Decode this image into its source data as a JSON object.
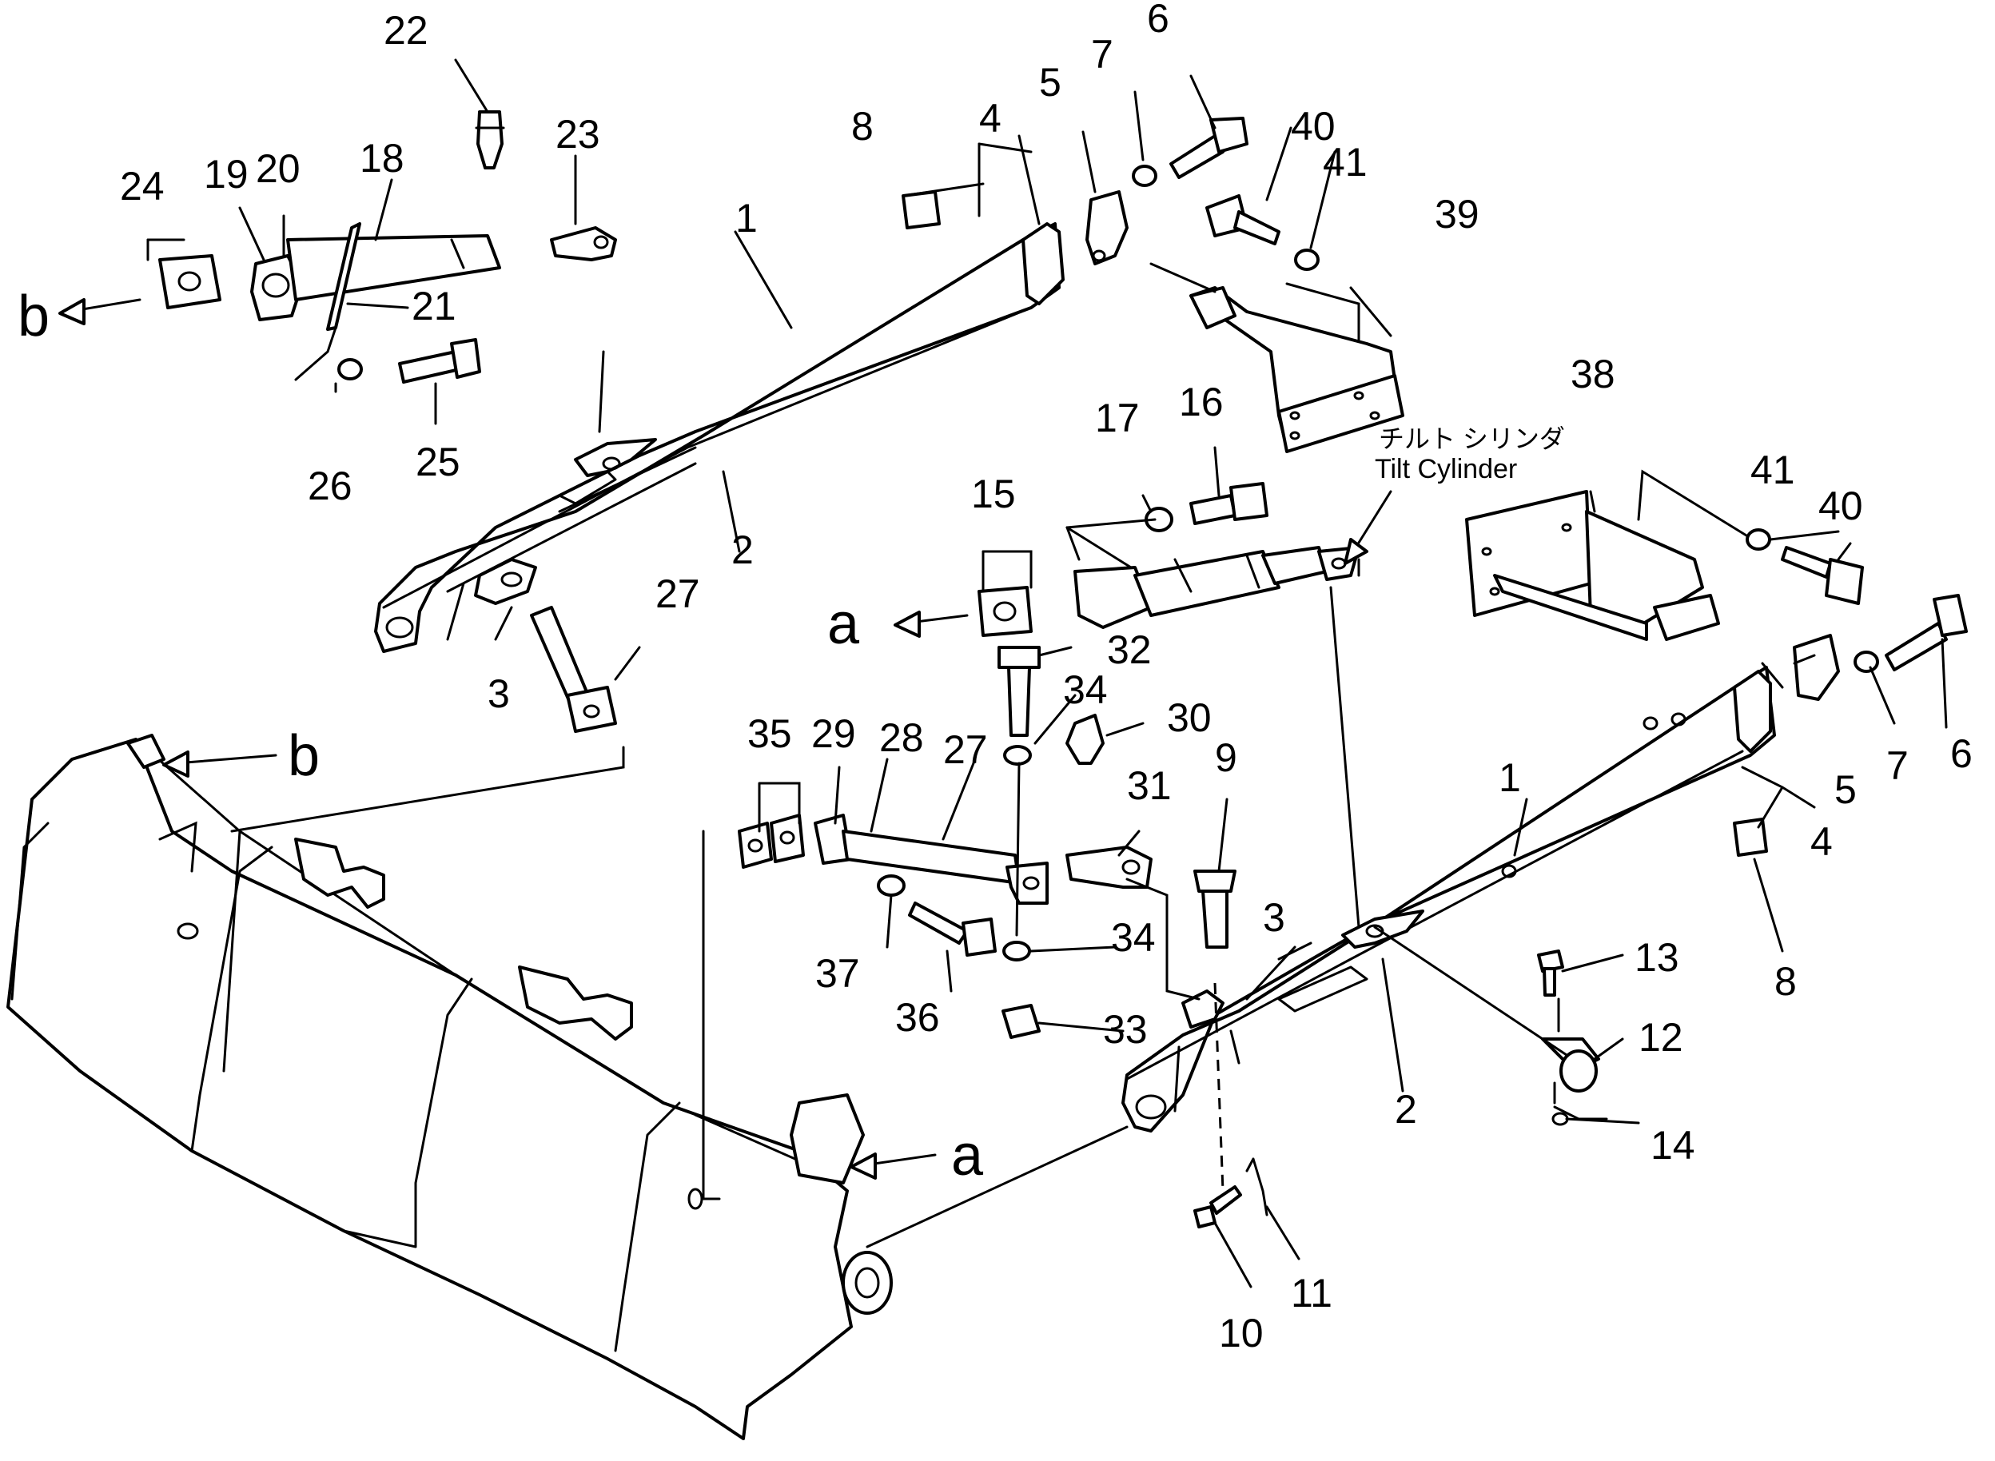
{
  "diagram": {
    "callouts": {
      "c22": "22",
      "c23": "23",
      "c24": "24",
      "c19": "19",
      "c20": "20",
      "c18": "18",
      "c21": "21",
      "c26": "26",
      "c25": "25",
      "c8a": "8",
      "c4a": "4",
      "c5a": "5",
      "c7a": "7",
      "c6a": "6",
      "c40a": "40",
      "c41a": "41",
      "c39": "39",
      "c1a": "1",
      "c2a": "2",
      "c3a": "3",
      "c27a": "27",
      "c17": "17",
      "c16": "16",
      "c15": "15",
      "c32": "32",
      "c34a": "34",
      "c30": "30",
      "c35": "35",
      "c29": "29",
      "c28": "28",
      "c27b": "27",
      "c31": "31",
      "c9": "9",
      "c37": "37",
      "c36": "36",
      "c34b": "34",
      "c33": "33",
      "c38": "38",
      "c41b": "41",
      "c40b": "40",
      "c1b": "1",
      "c7b": "7",
      "c6b": "6",
      "c5b": "5",
      "c4b": "4",
      "c8b": "8",
      "c3b": "3",
      "c13": "13",
      "c12": "12",
      "c2b": "2",
      "c14": "14",
      "c10": "10",
      "c11": "11"
    },
    "refs": {
      "b_left": "b",
      "b_blade": "b",
      "a_mid": "a",
      "a_blade": "a"
    },
    "tilt_cylinder_label_jp": "チルト シリンダ",
    "tilt_cylinder_label_en": "Tilt Cylinder"
  }
}
